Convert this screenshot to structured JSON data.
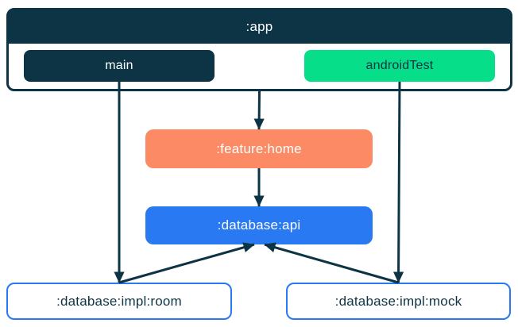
{
  "diagram": {
    "type": "module-dependency-graph",
    "background": "#FFFFFF",
    "edge_color": "#0D3445",
    "colors": {
      "navy": "#0D3445",
      "green": "#06DE8A",
      "coral": "#FC8A65",
      "blue": "#2979F2",
      "white": "#FFFFFF"
    },
    "nodes": [
      {
        "id": "app",
        "label": ":app",
        "kind": "module-container",
        "fill": "#0D3445",
        "text_color": "#FFFFFF"
      },
      {
        "id": "main",
        "label": "main",
        "kind": "source-set",
        "fill": "#0D3445",
        "text_color": "#FFFFFF"
      },
      {
        "id": "android-test",
        "label": "androidTest",
        "kind": "source-set",
        "fill": "#06DE8A",
        "text_color": "#0D3445"
      },
      {
        "id": "feature-home",
        "label": ":feature:home",
        "kind": "module",
        "fill": "#FC8A65",
        "text_color": "#FFFFFF"
      },
      {
        "id": "database-api",
        "label": ":database:api",
        "kind": "module",
        "fill": "#2979F2",
        "text_color": "#FFFFFF"
      },
      {
        "id": "database-impl-room",
        "label": ":database:impl:room",
        "kind": "module",
        "fill": "#FFFFFF",
        "border_color": "#2979F2",
        "text_color": "#0D3445"
      },
      {
        "id": "database-impl-mock",
        "label": ":database:impl:mock",
        "kind": "module",
        "fill": "#FFFFFF",
        "border_color": "#2979F2",
        "text_color": "#0D3445"
      }
    ],
    "edges": [
      {
        "from": "app",
        "to": "feature-home"
      },
      {
        "from": "feature-home",
        "to": "database-api"
      },
      {
        "from": "main",
        "to": "database-impl-room"
      },
      {
        "from": "android-test",
        "to": "database-impl-mock"
      },
      {
        "from": "database-impl-room",
        "to": "database-api",
        "dx2": -6
      },
      {
        "from": "database-impl-mock",
        "to": "database-api",
        "dx2": 7
      }
    ]
  }
}
